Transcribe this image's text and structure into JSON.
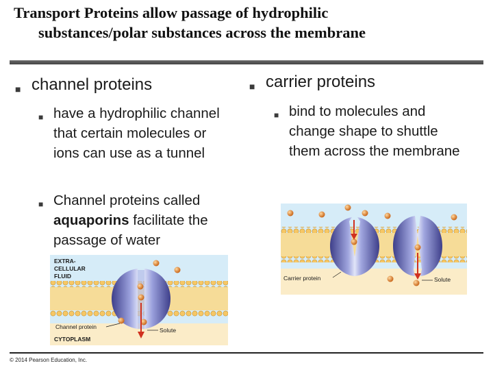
{
  "slide": {
    "title_line1": "Transport Proteins allow passage of hydrophilic",
    "title_line2": "substances/polar substances across the membrane"
  },
  "left": {
    "heading": "channel proteins",
    "sub1": "have a hydrophilic channel that certain molecules or ions can use as a tunnel",
    "sub2_pre": "Channel proteins called ",
    "sub2_bold": "aquaporins",
    "sub2_post": " facilitate the passage of water"
  },
  "right": {
    "heading": "carrier proteins",
    "sub1": "bind to molecules and change shape to shuttle them across the membrane"
  },
  "figure_channel": {
    "label_extracellular_1": "EXTRA-",
    "label_extracellular_2": "CELLULAR",
    "label_extracellular_3": "FLUID",
    "label_protein": "Channel protein",
    "label_solute": "Solute",
    "label_cytoplasm": "CYTOPLASM"
  },
  "figure_carrier": {
    "label_protein": "Carrier protein",
    "label_solute": "Solute"
  },
  "footer": {
    "copyright": "© 2014 Pearson Education, Inc."
  },
  "colors": {
    "membrane": "#f2c35a",
    "fluid": "#d6ecf8",
    "protein": "#6b6fb5",
    "solute": "#e38a2c",
    "arrow": "#d0311f"
  }
}
